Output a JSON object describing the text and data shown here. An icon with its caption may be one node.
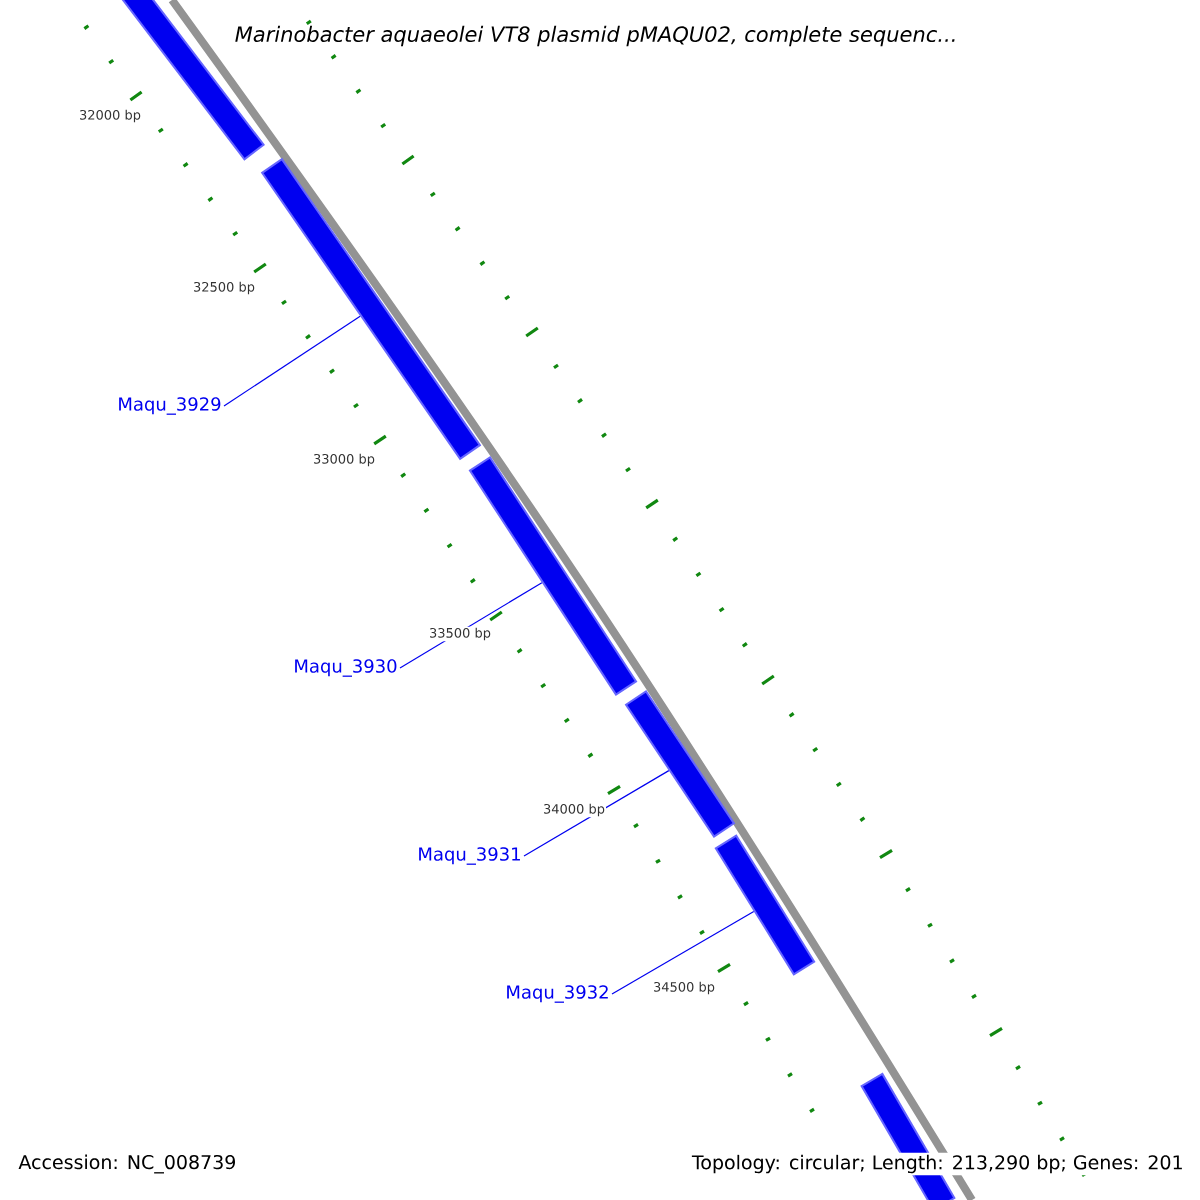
{
  "diagram": {
    "title": "Marinobacter aquaeolei VT8 plasmid pMAQU02, complete sequenc...",
    "nodes": [
      {
        "text": [],
        "shape": "bar"
      },
      {
        "text": [],
        "shape": "bar"
      },
      {
        "text": [],
        "shape": "bar"
      },
      {
        "text": [],
        "shape": "bar"
      },
      {
        "text": [],
        "shape": "bar"
      },
      {
        "text": [],
        "shape": "bar"
      },
      {
        "text": [
          "Maqu_3929"
        ]
      },
      {
        "text": [
          "Maqu_3930"
        ]
      },
      {
        "text": [
          "Maqu_3931"
        ]
      },
      {
        "text": [
          "Maqu_3932"
        ]
      }
    ],
    "edges": [
      {
        "from": 6,
        "to": 1,
        "arrow": "none"
      },
      {
        "from": 7,
        "to": 2,
        "arrow": "none"
      },
      {
        "from": 8,
        "to": 3,
        "arrow": "none"
      },
      {
        "from": 9,
        "to": 4,
        "arrow": "none"
      }
    ],
    "labels": [
      "32000 bp",
      "32500 bp",
      "33000 bp",
      "33500 bp",
      "34000 bp",
      "34500 bp",
      "Accession: NC_008739",
      "Topology: circular; Length: 213,290 bp; Genes: 201"
    ]
  }
}
